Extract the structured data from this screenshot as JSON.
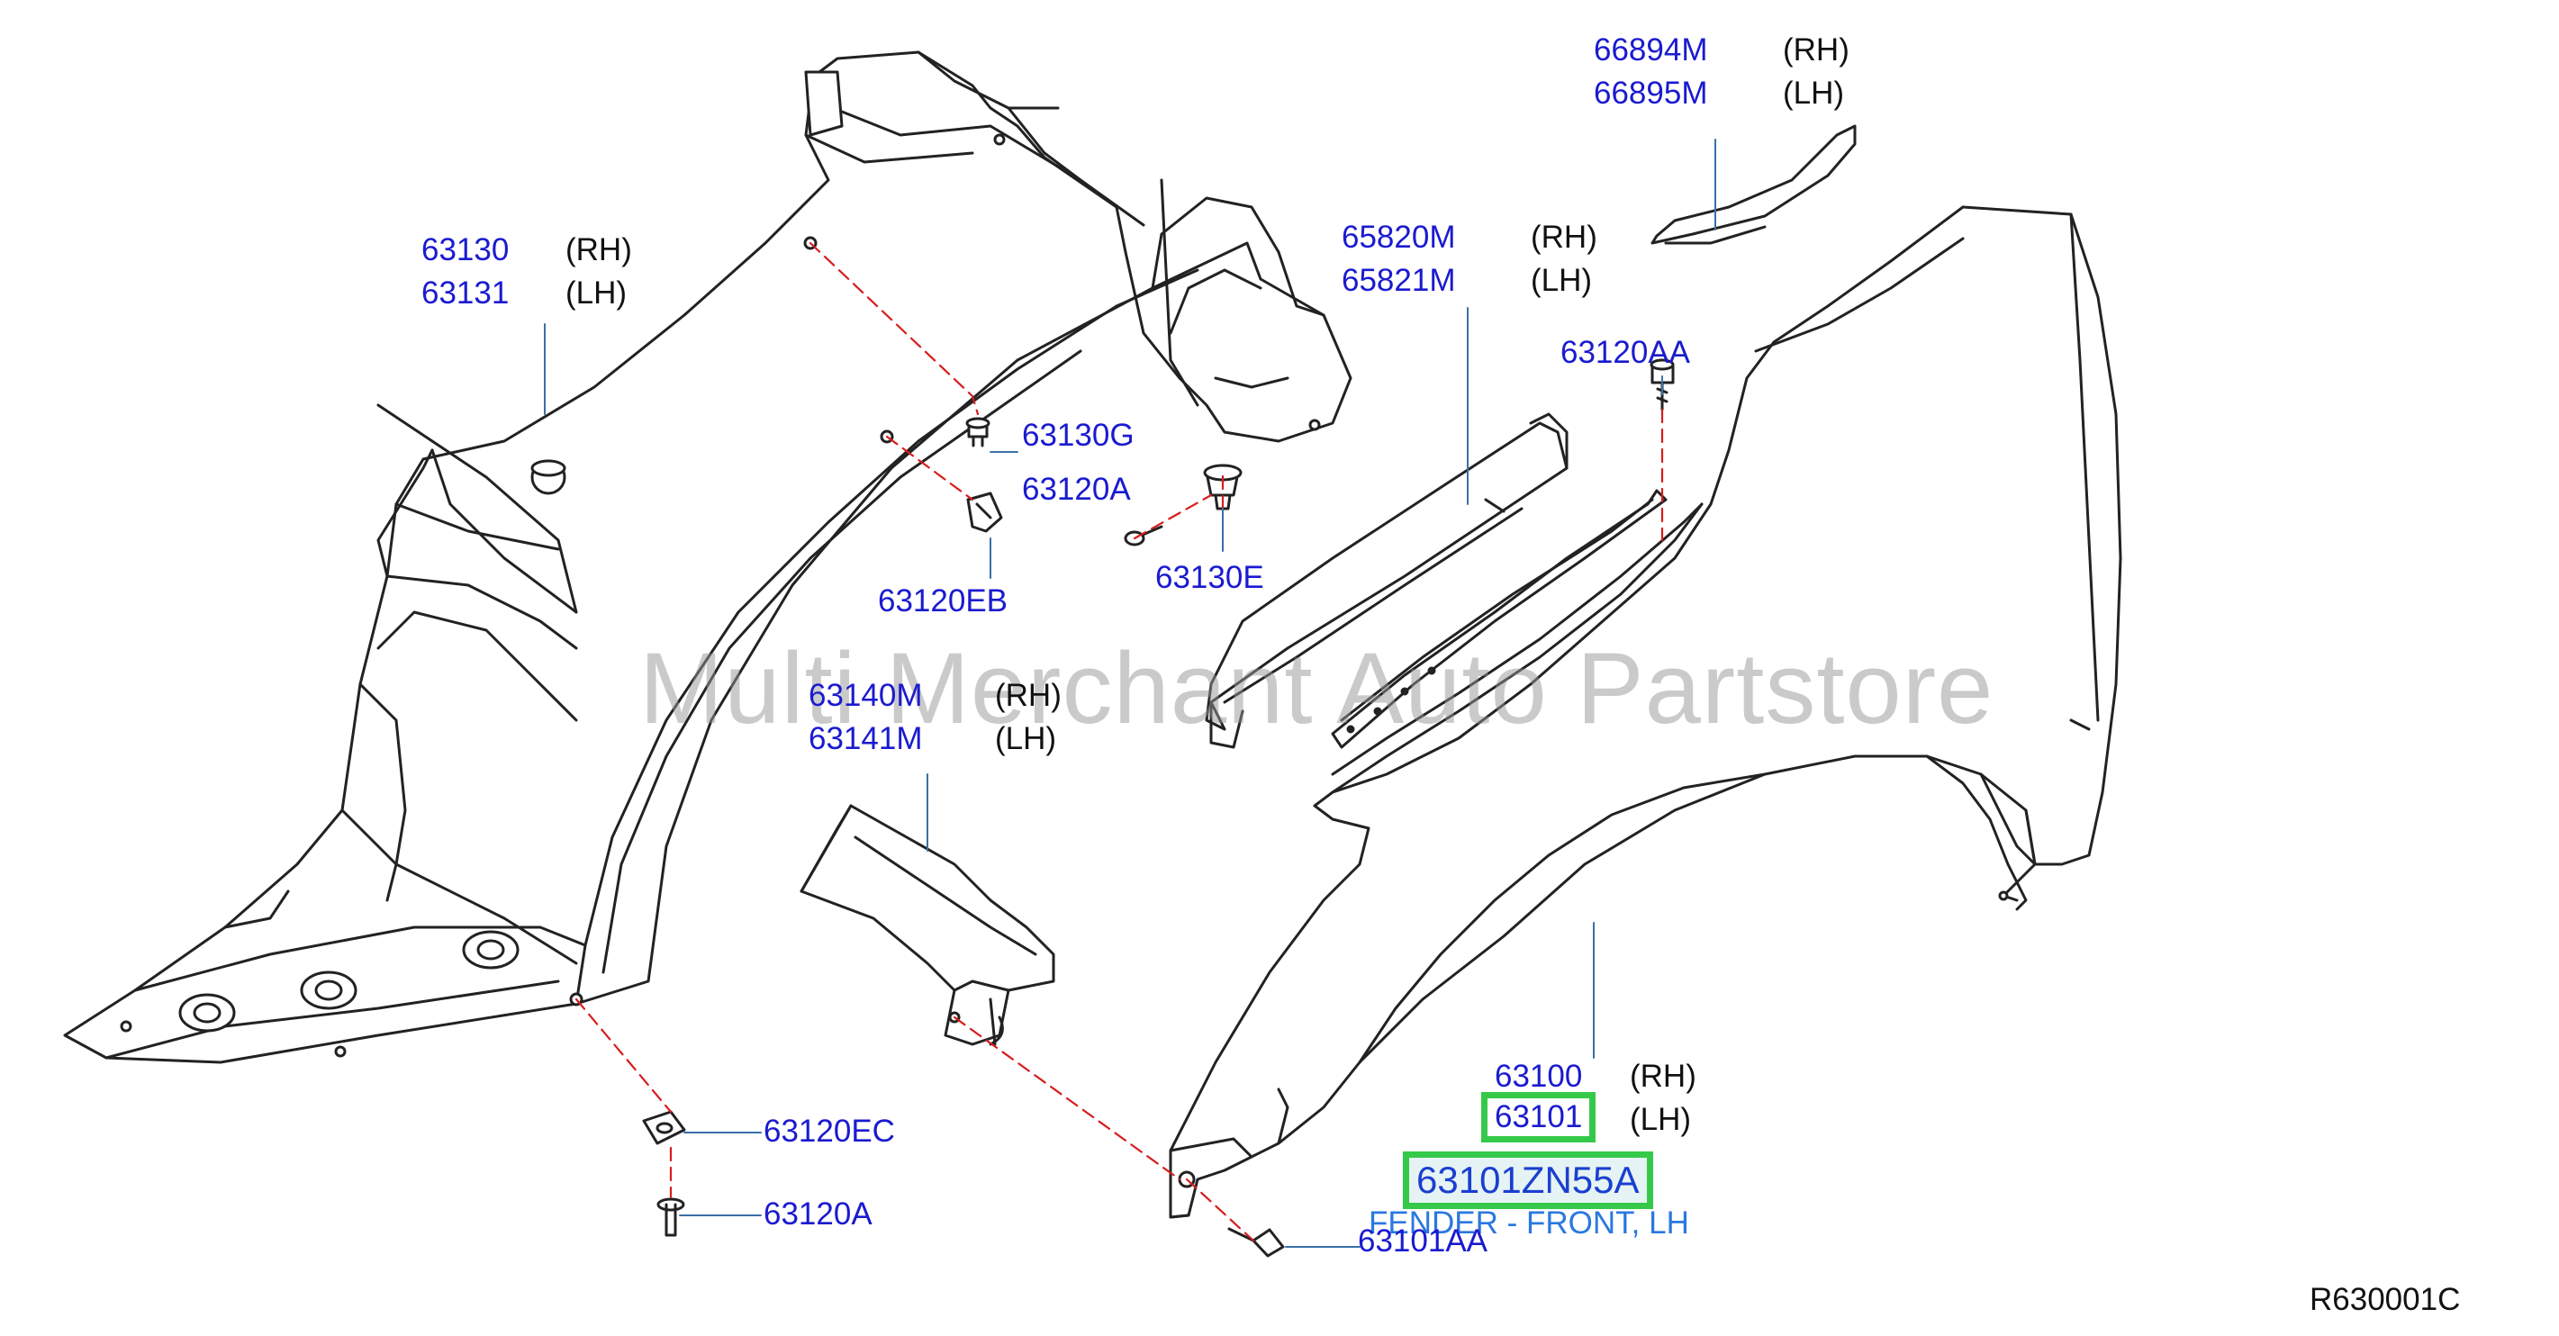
{
  "watermark": "Multi Merchant Auto Partstore",
  "parts": {
    "p63130": "63130",
    "p63131": "63131",
    "p63130G": "63130G",
    "p63120A_top": "63120A",
    "p63130E": "63130E",
    "p63120EB": "63120EB",
    "p63140M": "63140M",
    "p63141M": "63141M",
    "p63120EC": "63120EC",
    "p63120A_bottom": "63120A",
    "p65820M": "65820M",
    "p65821M": "65821M",
    "p66894M": "66894M",
    "p66895M": "66895M",
    "p63120AA": "63120AA",
    "p63100": "63100",
    "p63101": "63101",
    "p63101ZN55A": "63101ZN55A",
    "p63101AA": "63101AA"
  },
  "sides": {
    "rh": "(RH)",
    "lh": "(LH)"
  },
  "description": "FENDER - FRONT, LH",
  "diagram_ref": "R630001C",
  "colors": {
    "part_number": "#1a1ad0",
    "highlight": "#35c94a",
    "dashed_line": "#d81c1c"
  }
}
